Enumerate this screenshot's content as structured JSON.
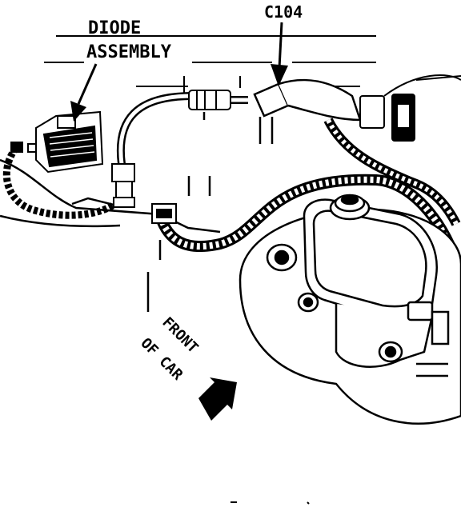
{
  "labels": {
    "diode_line1": "DIODE",
    "diode_line2": "ASSEMBLY",
    "connector": "C104",
    "front_line1": "FRONT",
    "front_line2": "OF CAR"
  },
  "colors": {
    "ink": "#000000",
    "paper": "#ffffff"
  },
  "icons": {
    "front_arrow": "arrow-down-right-icon",
    "callout_arrows": "arrow-down-icon"
  }
}
